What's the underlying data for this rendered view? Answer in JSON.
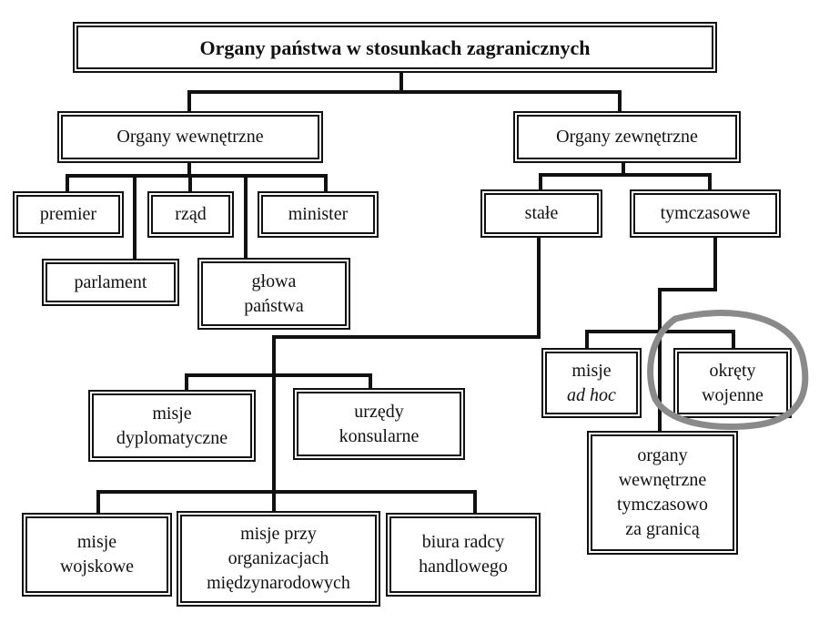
{
  "title": "Organy państwa w stosunkach zagranicznych",
  "internal": {
    "label": "Organy wewnętrzne",
    "premier": "premier",
    "rzad": "rząd",
    "minister": "minister",
    "parlament": "parlament",
    "glowa": [
      "głowa",
      "państwa"
    ]
  },
  "external": {
    "label": "Organy zewnętrzne",
    "stale": "stałe",
    "tymczasowe": "tymczasowe",
    "misje_dyplomatyczne": [
      "misje",
      "dyplomatyczne"
    ],
    "urzedy_konsularne": [
      "urzędy",
      "konsularne"
    ],
    "misje_wojskowe": [
      "misje",
      "wojskowe"
    ],
    "misje_przy_org": [
      "misje przy",
      "organizacjach",
      "międzynarodowych"
    ],
    "biura_radcy": [
      "biura radcy",
      "handlowego"
    ],
    "misje_ad_hoc": [
      "misje",
      "ad hoc"
    ],
    "okrety": [
      "okręty",
      "wojenne"
    ],
    "organy_tymczasowo": [
      "organy",
      "wewnętrzne",
      "tymczasowo",
      "za granicą"
    ]
  },
  "colors": {
    "line": "#111111",
    "highlight": "#8a8a8a"
  }
}
